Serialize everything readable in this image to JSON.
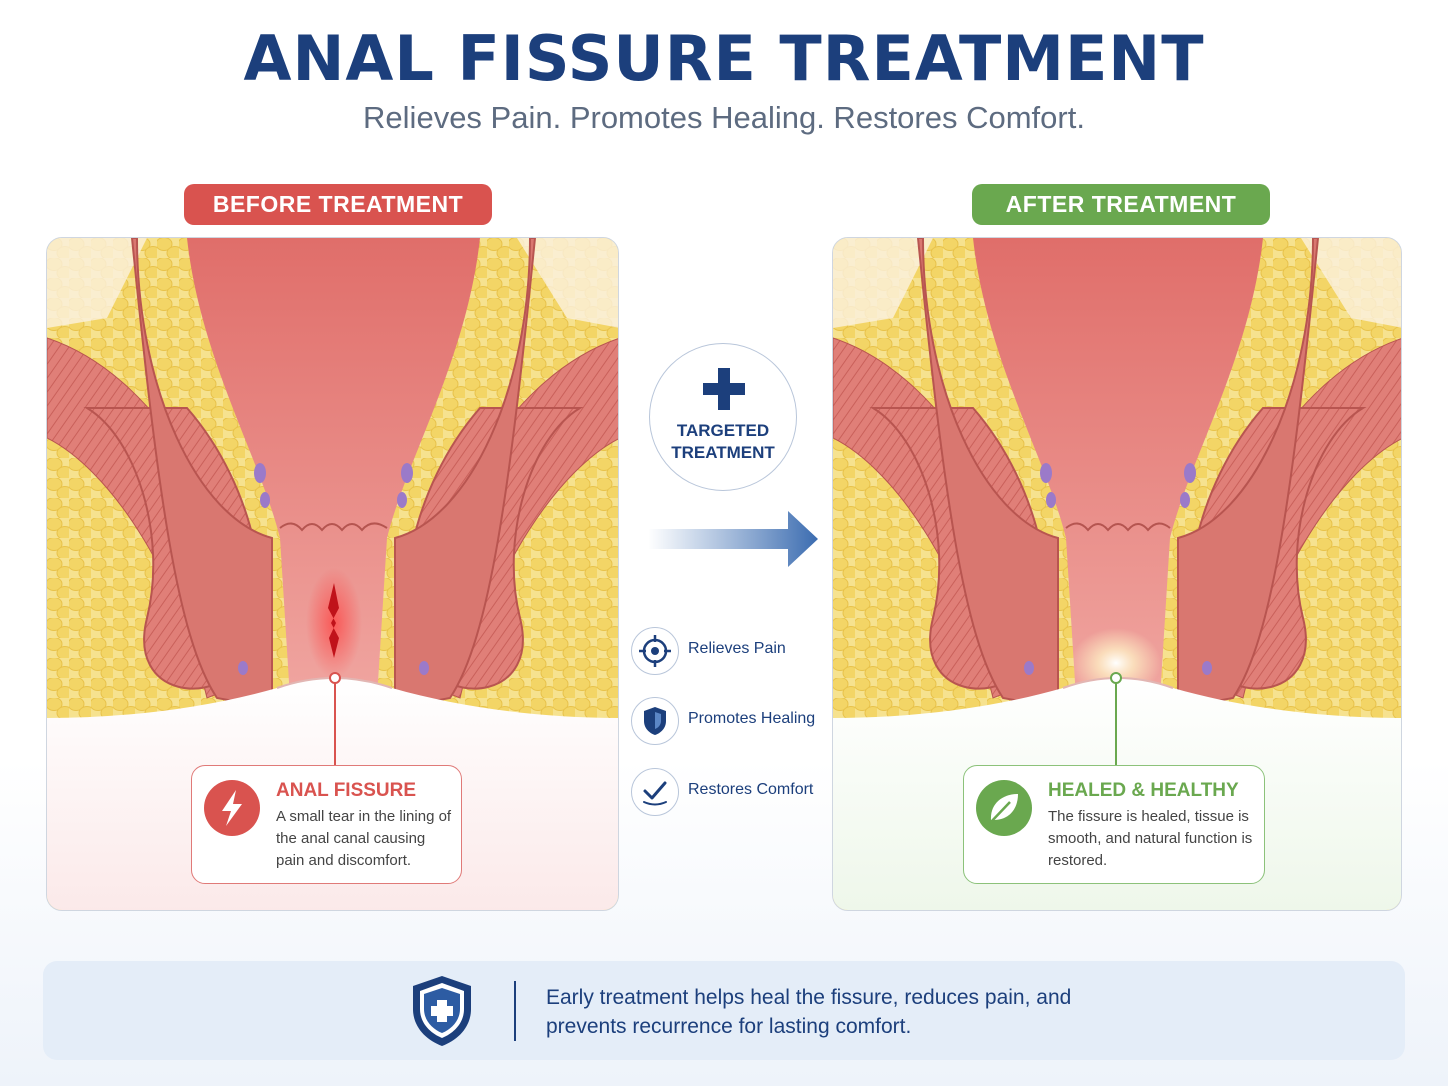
{
  "header": {
    "title": "ANAL FISSURE TREATMENT",
    "subtitle": "Relieves Pain. Promotes Healing. Restores Comfort."
  },
  "before": {
    "label": "BEFORE TREATMENT",
    "callout_title": "ANAL FISSURE",
    "callout_text": "A small tear in the lining of the anal canal causing pain and discomfort.",
    "icon": "lightning-bolt-icon",
    "color": "#d9534f"
  },
  "after": {
    "label": "AFTER TREATMENT",
    "callout_title": "HEALED & HEALTHY",
    "callout_text": "The fissure is healed, tissue is smooth, and natural function is restored.",
    "icon": "leaf-icon",
    "color": "#6aa84f"
  },
  "center": {
    "badge_text": "TARGETED TREATMENT",
    "badge_icon": "medical-plus-icon",
    "benefits": [
      {
        "label": "Relieves Pain",
        "icon": "crosshair-target-icon"
      },
      {
        "label": "Promotes Healing",
        "icon": "shield-icon"
      },
      {
        "label": "Restores Comfort",
        "icon": "checkmark-icon"
      }
    ]
  },
  "footer": {
    "text": "Early treatment helps heal the fissure, reduces pain, and prevents recurrence for lasting comfort.",
    "icon": "shield-plus-icon"
  },
  "colors": {
    "primary": "#1c3f7c",
    "red": "#d9534f",
    "green": "#6aa84f",
    "tissue": "#e58a84",
    "fat": "#f2d56a"
  }
}
